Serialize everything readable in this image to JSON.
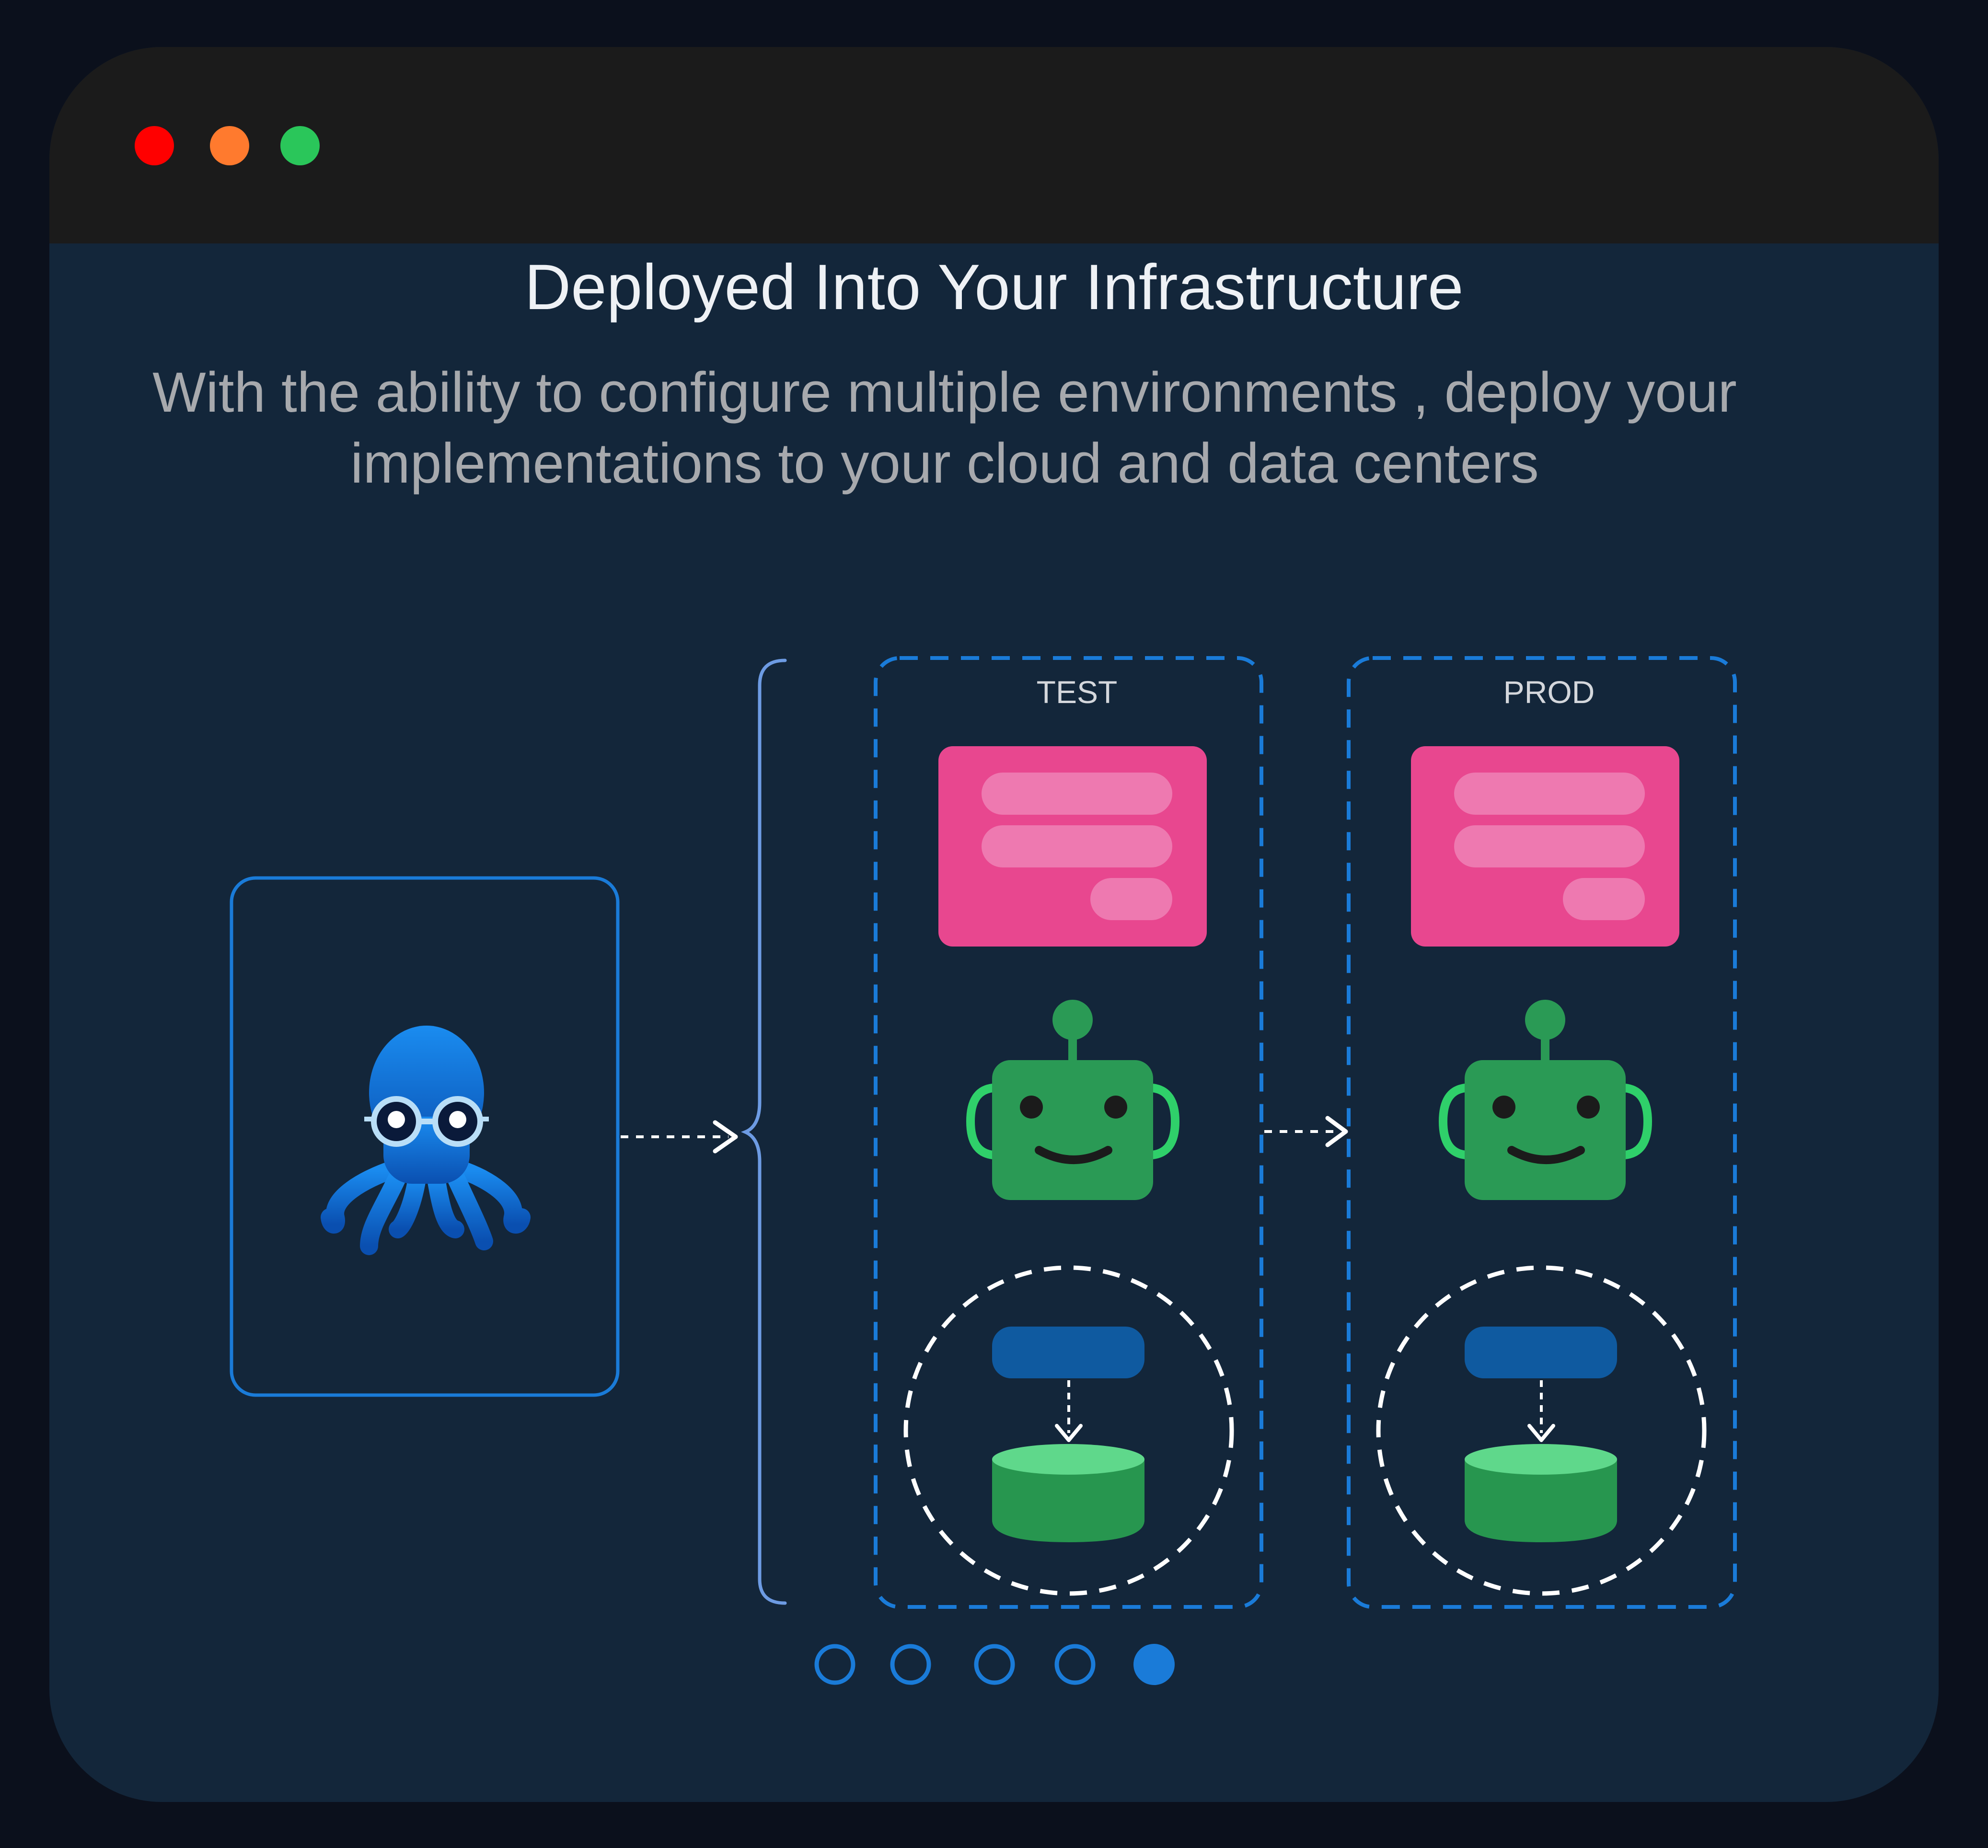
{
  "window": {
    "controls": [
      {
        "name": "close",
        "color": "#ff0000"
      },
      {
        "name": "minimize",
        "color": "#ff7a2e"
      },
      {
        "name": "maximize",
        "color": "#2ac65a"
      }
    ]
  },
  "content": {
    "title": "Deployed Into Your Infrastructure",
    "subtitle": "With the ability to configure multiple environments , deploy your implementations to your cloud and data centers"
  },
  "diagram": {
    "source_icon": "octopus-mascot-icon",
    "environments": [
      {
        "label": "TEST"
      },
      {
        "label": "PROD"
      }
    ]
  },
  "pagination": {
    "total": 5,
    "active_index": 4
  },
  "colors": {
    "accent_blue": "#1a7bd8",
    "panel_pink": "#e8478f",
    "robot_green": "#2a9a55",
    "db_green": "#27964f",
    "service_blue": "#0f5aa0"
  }
}
